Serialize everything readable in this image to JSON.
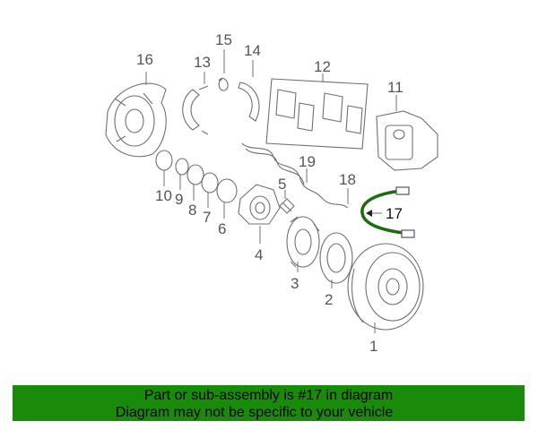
{
  "diagram": {
    "highlight_color": "#1e6b12",
    "part_numbers": [
      "1",
      "2",
      "3",
      "4",
      "5",
      "6",
      "7",
      "8",
      "9",
      "10",
      "11",
      "12",
      "13",
      "14",
      "15",
      "16",
      "17",
      "18",
      "19"
    ]
  },
  "banner": {
    "line1": "Part or sub-assembly is #17 in diagram",
    "line2": "Diagram may not be specific to your vehicle",
    "background": "#1a8a0a"
  }
}
